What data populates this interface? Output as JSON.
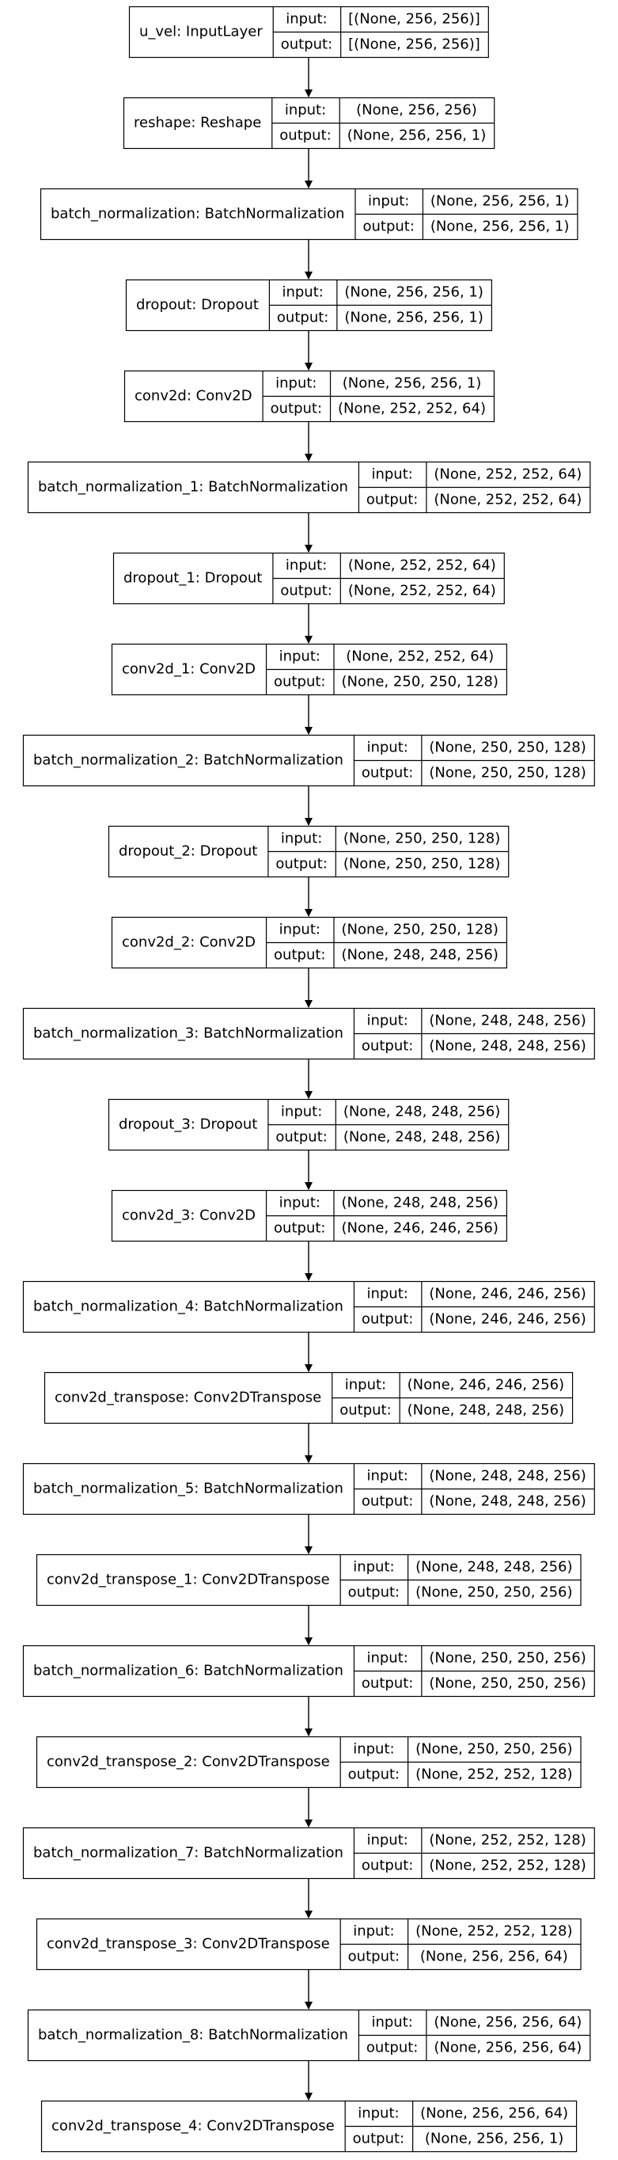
{
  "io_labels": {
    "input": "input:",
    "output": "output:"
  },
  "layers": [
    {
      "name": "u_vel: InputLayer",
      "input": "[(None, 256, 256)]",
      "output": "[(None, 256, 256)]"
    },
    {
      "name": "reshape: Reshape",
      "input": "(None, 256, 256)",
      "output": "(None, 256, 256, 1)"
    },
    {
      "name": "batch_normalization: BatchNormalization",
      "input": "(None, 256, 256, 1)",
      "output": "(None, 256, 256, 1)"
    },
    {
      "name": "dropout: Dropout",
      "input": "(None, 256, 256, 1)",
      "output": "(None, 256, 256, 1)"
    },
    {
      "name": "conv2d: Conv2D",
      "input": "(None, 256, 256, 1)",
      "output": "(None, 252, 252, 64)"
    },
    {
      "name": "batch_normalization_1: BatchNormalization",
      "input": "(None, 252, 252, 64)",
      "output": "(None, 252, 252, 64)"
    },
    {
      "name": "dropout_1: Dropout",
      "input": "(None, 252, 252, 64)",
      "output": "(None, 252, 252, 64)"
    },
    {
      "name": "conv2d_1: Conv2D",
      "input": "(None, 252, 252, 64)",
      "output": "(None, 250, 250, 128)"
    },
    {
      "name": "batch_normalization_2: BatchNormalization",
      "input": "(None, 250, 250, 128)",
      "output": "(None, 250, 250, 128)"
    },
    {
      "name": "dropout_2: Dropout",
      "input": "(None, 250, 250, 128)",
      "output": "(None, 250, 250, 128)"
    },
    {
      "name": "conv2d_2: Conv2D",
      "input": "(None, 250, 250, 128)",
      "output": "(None, 248, 248, 256)"
    },
    {
      "name": "batch_normalization_3: BatchNormalization",
      "input": "(None, 248, 248, 256)",
      "output": "(None, 248, 248, 256)"
    },
    {
      "name": "dropout_3: Dropout",
      "input": "(None, 248, 248, 256)",
      "output": "(None, 248, 248, 256)"
    },
    {
      "name": "conv2d_3: Conv2D",
      "input": "(None, 248, 248, 256)",
      "output": "(None, 246, 246, 256)"
    },
    {
      "name": "batch_normalization_4: BatchNormalization",
      "input": "(None, 246, 246, 256)",
      "output": "(None, 246, 246, 256)"
    },
    {
      "name": "conv2d_transpose: Conv2DTranspose",
      "input": "(None, 246, 246, 256)",
      "output": "(None, 248, 248, 256)"
    },
    {
      "name": "batch_normalization_5: BatchNormalization",
      "input": "(None, 248, 248, 256)",
      "output": "(None, 248, 248, 256)"
    },
    {
      "name": "conv2d_transpose_1: Conv2DTranspose",
      "input": "(None, 248, 248, 256)",
      "output": "(None, 250, 250, 256)"
    },
    {
      "name": "batch_normalization_6: BatchNormalization",
      "input": "(None, 250, 250, 256)",
      "output": "(None, 250, 250, 256)"
    },
    {
      "name": "conv2d_transpose_2: Conv2DTranspose",
      "input": "(None, 250, 250, 256)",
      "output": "(None, 252, 252, 128)"
    },
    {
      "name": "batch_normalization_7: BatchNormalization",
      "input": "(None, 252, 252, 128)",
      "output": "(None, 252, 252, 128)"
    },
    {
      "name": "conv2d_transpose_3: Conv2DTranspose",
      "input": "(None, 252, 252, 128)",
      "output": "(None, 256, 256, 64)"
    },
    {
      "name": "batch_normalization_8: BatchNormalization",
      "input": "(None, 256, 256, 64)",
      "output": "(None, 256, 256, 64)"
    },
    {
      "name": "conv2d_transpose_4: Conv2DTranspose",
      "input": "(None, 256, 256, 64)",
      "output": "(None, 256, 256, 1)"
    }
  ]
}
